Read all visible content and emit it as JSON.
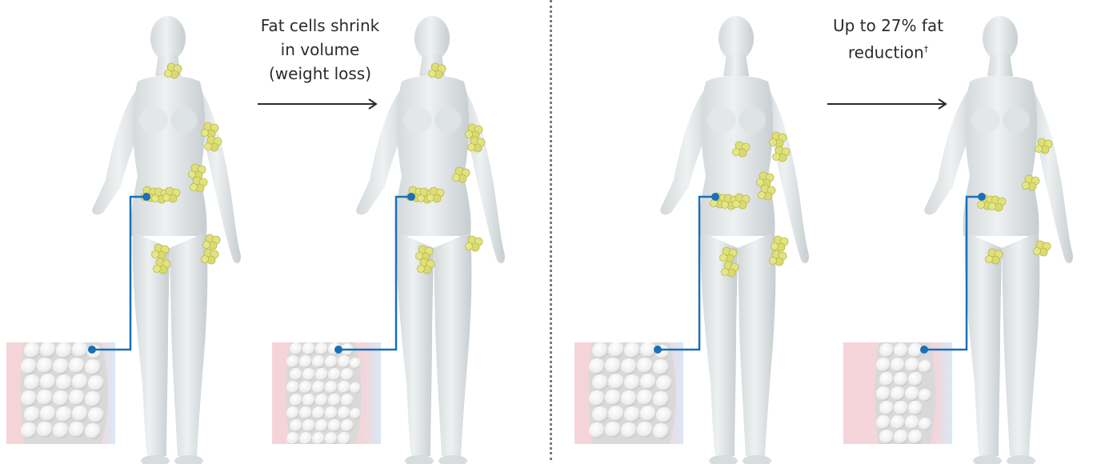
{
  "captions": {
    "left_line1": "Fat cells shrink",
    "left_line2": "in volume",
    "left_line3": "(weight loss)",
    "right_line1": "Up to 27% fat",
    "right_line2": "reduction",
    "right_dagger": "†"
  },
  "colors": {
    "body": "#e6eaeb",
    "body_shade": "#c9cfd1",
    "fat": "#dfe07a",
    "connector": "#1b6fb8",
    "skin_pink": "#f2cdd2",
    "inset_blue": "#dcebf6",
    "cell": "#f3f3f3",
    "divider": "#7a7a7a"
  },
  "icons": [
    "female-figure",
    "fat-deposit",
    "cell-inset",
    "arrow-right"
  ]
}
